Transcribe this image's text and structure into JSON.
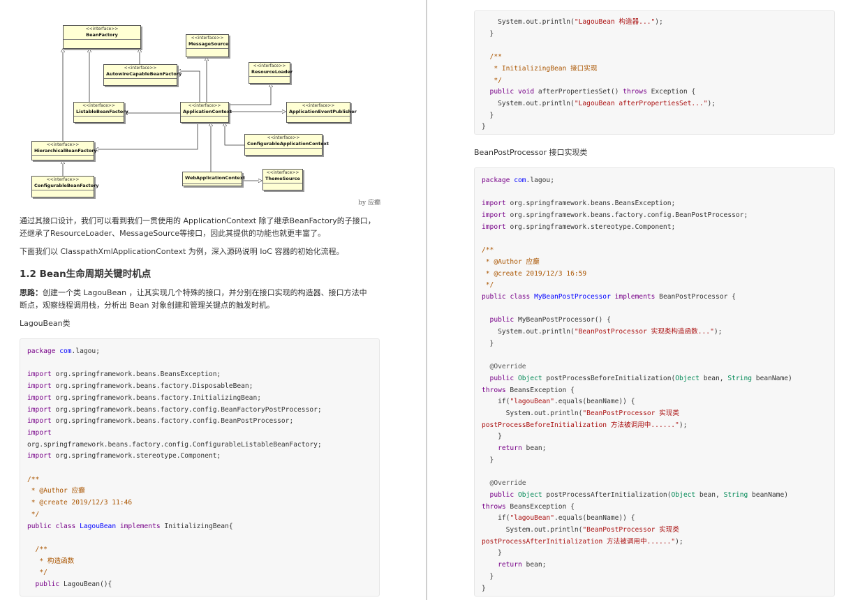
{
  "left": {
    "diagram": {
      "credit": "by 应癫",
      "stereotype": "<<interface>>",
      "boxes": {
        "beanfactory": "BeanFactory",
        "messagesource": "MessageSource",
        "autowire": "AutowireCapableBeanFactory",
        "resourceloader": "ResourceLoader",
        "listable": "ListableBeanFactory",
        "appcontext": "ApplicationContext",
        "publisher": "ApplicationEventPublisher",
        "configappcontext": "ConfigurableApplicationContext",
        "hierarchical": "HierarchicalBeanFactory",
        "configurablebf": "ConfigurableBeanFactory",
        "webappcontext": "WebApplicationContext",
        "themesource": "ThemeSource"
      }
    },
    "para1_line1": "通过其接口设计，我们可以看到我们一贯使用的 ApplicationContext 除了继承BeanFactory的子接口，",
    "para1_line2": "还继承了ResourceLoader、MessageSource等接口，因此其提供的功能也就更丰富了。",
    "para2": "下面我们以 ClasspathXmlApplicationContext 为例，深入源码说明 IoC 容器的初始化流程。",
    "heading": "1.2 Bean生命周期关键时机点",
    "thought_label": "思路：",
    "thought_line1": "创建一个类 LagouBean ，让其实现几个特殊的接口，并分别在接口实现的构造器、接口方法中",
    "thought_line2": "断点，观察线程调用栈，分析出 Bean 对象创建和管理关键点的触发时机。",
    "class_label": "LagouBean类",
    "code": {
      "package_kw": "package",
      "package_name": "com",
      "package_rest": ".lagou;",
      "import_kw": "import",
      "imports": [
        "org.springframework.beans.BeansException;",
        "org.springframework.beans.factory.DisposableBean;",
        "org.springframework.beans.factory.InitializingBean;",
        "org.springframework.beans.factory.config.BeanFactoryPostProcessor;",
        "org.springframework.beans.factory.config.BeanPostProcessor;"
      ],
      "import_wrapped": "org.springframework.beans.factory.config.ConfigurableListableBeanFactory;",
      "import_last": "org.springframework.stereotype.Component;",
      "doc_open": "/**",
      "doc_author": " * @Author 应癫",
      "doc_create": " * @create 2019/12/3 11:46",
      "doc_close": " */",
      "class_public": "public",
      "class_kw": "class",
      "class_name": "LagouBean",
      "implements_kw": "implements",
      "class_rest": " InitializingBean{",
      "ctor_doc_open": "  /**",
      "ctor_doc_text": "   * 构造函数",
      "ctor_doc_close": "   */",
      "ctor_public": "  public",
      "ctor_rest": " LagouBean(){"
    }
  },
  "right": {
    "code1": {
      "println_pre": "    System.out.println(",
      "println_str": "\"LagouBean 构造器...\"",
      "println_post": ");",
      "close1": "  }",
      "doc_open": "  /**",
      "doc_text": "   * InitializingBean 接口实现",
      "doc_close": "   */",
      "m_public": "  public",
      "m_void": "void",
      "m_name": " afterPropertiesSet() ",
      "m_throws": "throws",
      "m_rest": " Exception {",
      "println2_str": "\"LagouBean afterPropertiesSet...\"",
      "close2": "  }",
      "close3": "}"
    },
    "label": "BeanPostProcessor 接口实现类",
    "code2": {
      "package_kw": "package",
      "package_name": "com",
      "package_rest": ".lagou;",
      "import_kw": "import",
      "imports": [
        "org.springframework.beans.BeansException;",
        "org.springframework.beans.factory.config.BeanPostProcessor;",
        "org.springframework.stereotype.Component;"
      ],
      "doc_open": "/**",
      "doc_author": " * @Author 应癫",
      "doc_create": " * @create 2019/12/3 16:59",
      "doc_close": " */",
      "class_public": "public",
      "class_kw": "class",
      "class_name": "MyBeanPostProcessor",
      "implements_kw": "implements",
      "class_rest": " BeanPostProcessor {",
      "ctor_public": "  public",
      "ctor_rest": " MyBeanPostProcessor() {",
      "ctor_println_pre": "    System.out.println(",
      "ctor_println_str": "\"BeanPostProcessor 实现类构造函数...\"",
      "ctor_println_post": ");",
      "ctor_close": "  }",
      "override": "  @Override",
      "public": "  public",
      "object": "Object",
      "string": "String",
      "before_name": " postProcessBeforeInitialization(",
      "after_name": " postProcessAfterInitialization(",
      "param_bean": " bean, ",
      "param_bn": " beanName)",
      "throws": "throws",
      "throws_rest": " BeansException {",
      "if_pre": "    if(",
      "if_str": "\"lagouBean\"",
      "if_rest": ".equals(beanName)) {",
      "sysout_pre": "      System.out.println(",
      "before_str1": "\"BeanPostProcessor 实现类",
      "before_str2": "postProcessBeforeInitialization 方法被调用中......\"",
      "after_str1": "\"BeanPostProcessor 实现类",
      "after_str2": "postProcessAfterInitialization 方法被调用中......\"",
      "sysout_post": ");",
      "if_close": "    }",
      "return_kw": "    return",
      "return_rest": " bean;",
      "m_close": "  }",
      "class_close": "}"
    }
  }
}
